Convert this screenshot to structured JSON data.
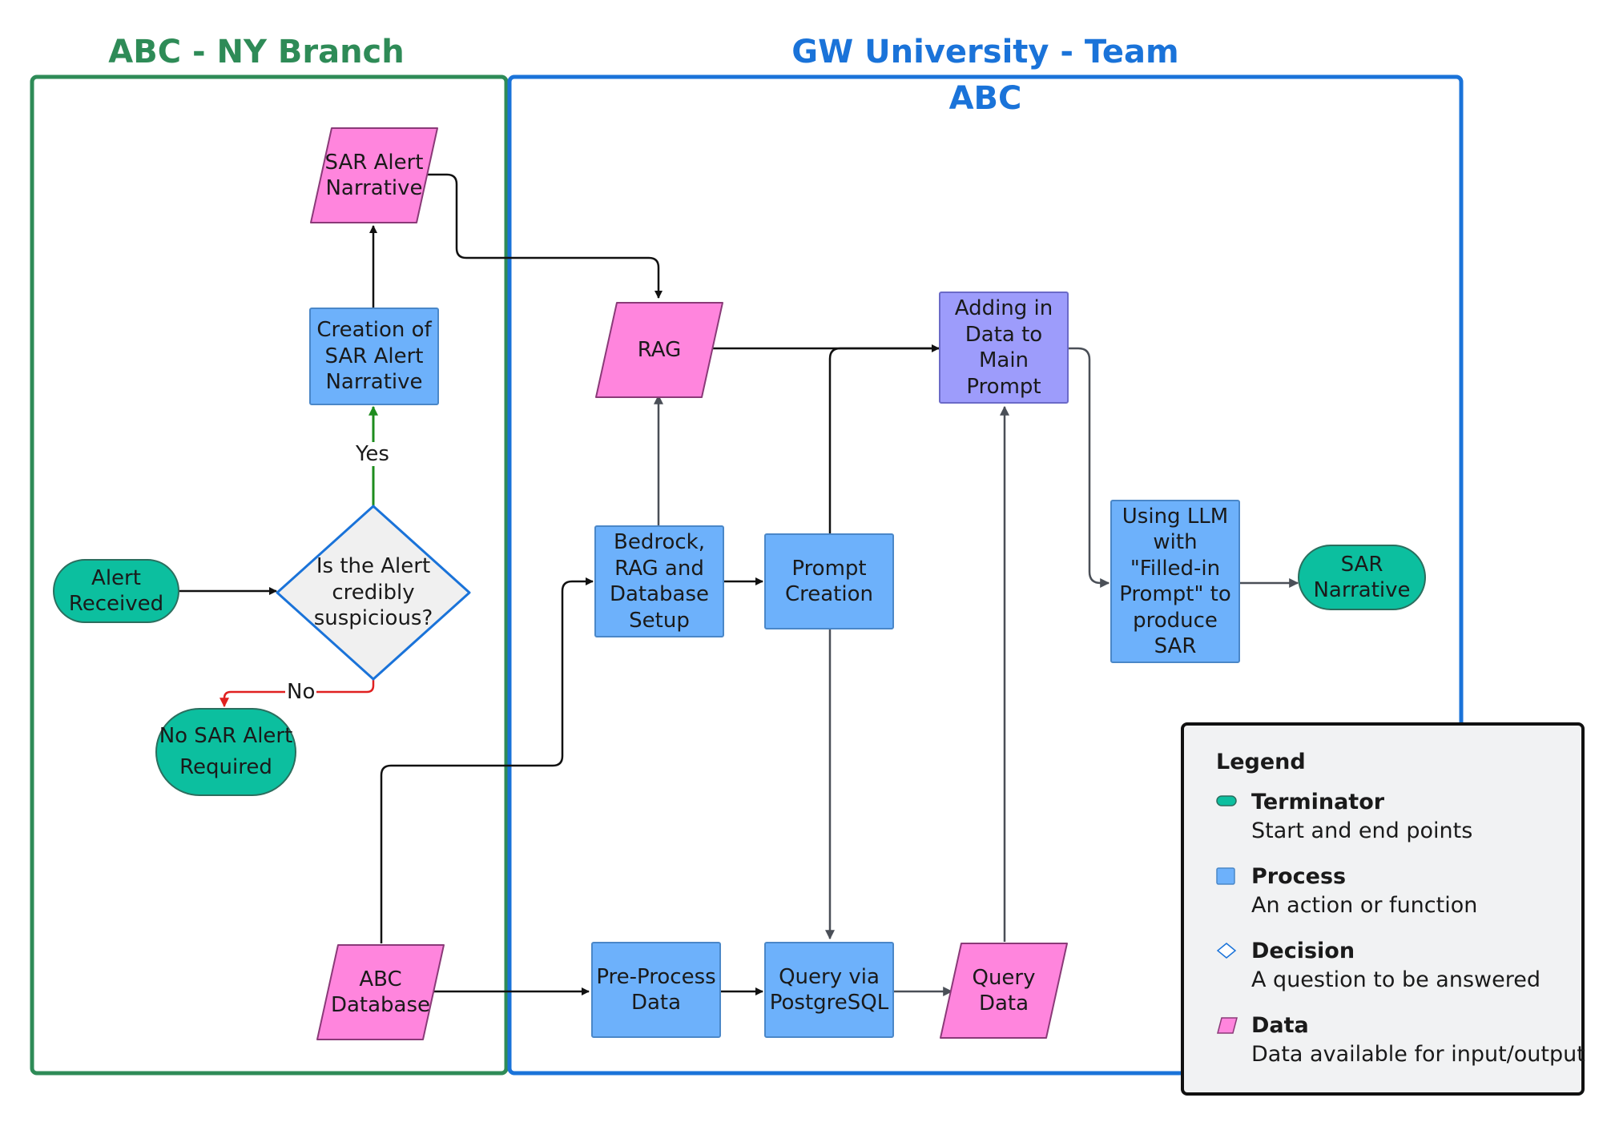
{
  "lanes": {
    "left_title": "ABC - NY Branch",
    "right_title": "GW University - Team\nABC",
    "left_color": "#2e8b57",
    "right_color": "#1a73d9"
  },
  "nodes": {
    "sar_alert_narrative": "SAR Alert\nNarrative",
    "creation_narrative": "Creation of\nSAR Alert\nNarrative",
    "decision": "Is the Alert\ncredibly\nsuspicious?",
    "alert_received": "Alert\nReceived",
    "no_sar": "No SAR Alert\nRequired",
    "abc_database": "ABC\nDatabase",
    "rag": "RAG",
    "bedrock": "Bedrock,\nRAG and\nDatabase\nSetup",
    "prompt_creation": "Prompt\nCreation",
    "adding_data": "Adding in\nData to\nMain\nPrompt",
    "using_llm": "Using LLM\nwith\n\"Filled-in\nPrompt\" to\nproduce\nSAR",
    "sar_narrative": "SAR\nNarrative",
    "pre_process": "Pre-Process\nData",
    "query_postgres": "Query via\nPostgreSQL",
    "query_data": "Query\nData"
  },
  "edge_labels": {
    "yes": "Yes",
    "no": "No"
  },
  "legend": {
    "title": "Legend",
    "items": [
      {
        "name": "Terminator",
        "desc": "Start and end points",
        "color": "#0cbf9f"
      },
      {
        "name": "Process",
        "desc": "An action or function",
        "color": "#6db1fb"
      },
      {
        "name": "Decision",
        "desc": "A question to be answered",
        "color": "#ffffff"
      },
      {
        "name": "Data",
        "desc": "Data available for input/output",
        "color": "#ff85dd"
      }
    ]
  },
  "colors": {
    "process": "#6db1fb",
    "process_purple": "#9d9cfb",
    "terminator": "#0cbf9f",
    "data": "#ff85dd",
    "decision_fill": "#f0f0f0",
    "decision_border": "#1a73d9",
    "yes_arrow": "#1e8c1e",
    "no_arrow": "#e02020"
  }
}
